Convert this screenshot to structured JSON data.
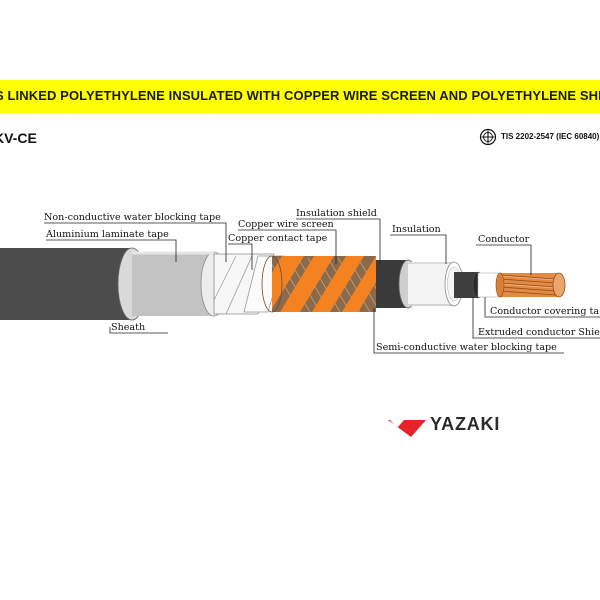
{
  "header": {
    "banner_text": "S LINKED POLYETHYLENE INSULATED WITH COPPER WIRE SCREEN AND POLYETHYLENE SHEATH PO",
    "model": "KV-CE",
    "standard": "TIS 2202-2547 (IEC 60840)"
  },
  "labels": {
    "non_conductive_tape": "Non-conductive water blocking tape",
    "aluminium_tape": "Aluminium laminate tape",
    "copper_wire_screen": "Copper wire screen",
    "copper_contact_tape": "Copper contact tape",
    "insulation_shield": "Insulation shield",
    "insulation": "Insulation",
    "conductor": "Conductor",
    "sheath": "Sheath",
    "conductor_covering_tape": "Conductor covering ta",
    "extruded_conductor_shield": "Extruded conductor Shie",
    "semi_conductive_tape": "Semi-conductive water blocking tape"
  },
  "brand": {
    "name": "YAZAKI",
    "logo_color": "#e8242a"
  },
  "icons": {
    "standard_mark": "tis-certification-icon",
    "logo": "yazaki-logo-icon"
  }
}
